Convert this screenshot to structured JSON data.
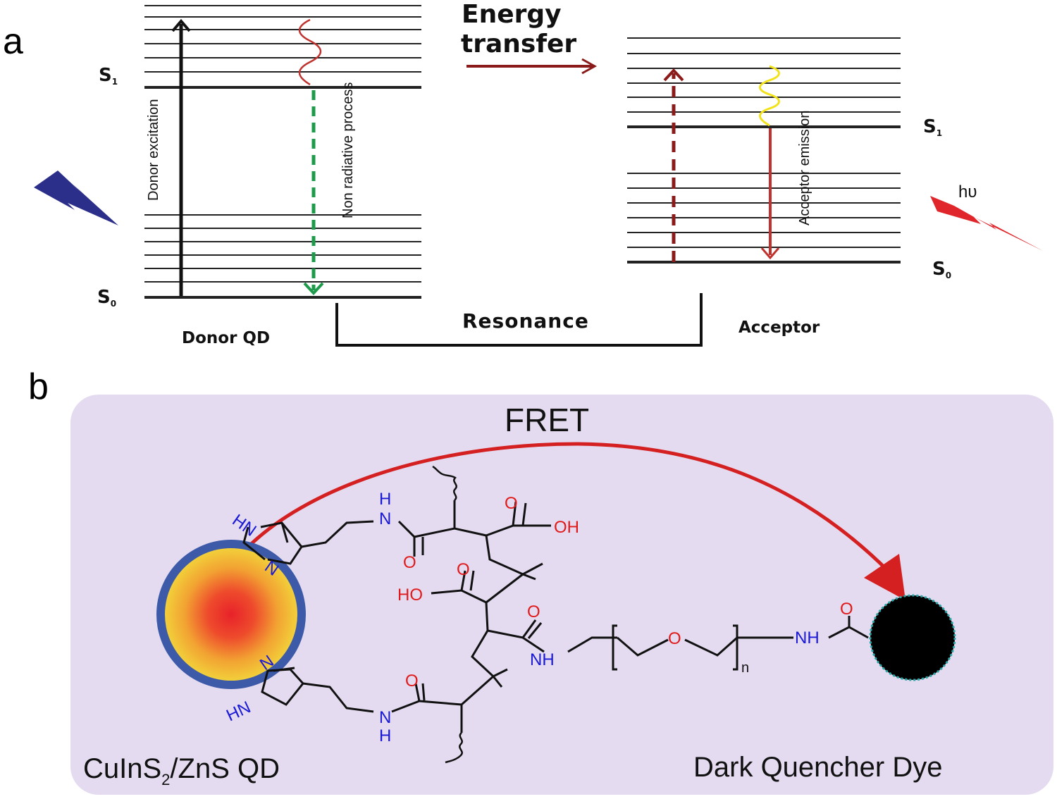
{
  "panel_a": {
    "letter": "a",
    "energy_transfer_line1": "Energy",
    "energy_transfer_line2": "transfer",
    "donor": {
      "s1": "S",
      "s1_sub": "1",
      "s0": "S",
      "s0_sub": "0",
      "excitation_label": "Donor excitation",
      "nonradiative_label": "Non radiative process",
      "name": "Donor QD"
    },
    "resonance_label": "Resonance",
    "acceptor": {
      "s1": "S",
      "s1_sub": "1",
      "s0": "S",
      "s0_sub": "0",
      "emission_label": "Acceptor emission",
      "photon_label": "hυ",
      "name": "Acceptor"
    },
    "colors": {
      "excitation_bolt": "#2b2f8a",
      "emission_bolt": "#e0262a",
      "energy_arrow": "#8b1a1a",
      "nonradiative": "#1d9a4a",
      "wavy_donor": "#c0322e",
      "wavy_acceptor": "#f2e21a"
    }
  },
  "panel_b": {
    "letter": "b",
    "fret_label": "FRET",
    "qd_label_main": "CuInS",
    "qd_label_sub": "2",
    "qd_label_rest": "/ZnS QD",
    "dye_label": "Dark Quencher Dye",
    "chem": {
      "hn_top": "HN",
      "n_top": "N",
      "h_top": "H",
      "n_amide_top": "N",
      "o_1": "O",
      "o_2": "O",
      "oh_1": "OH",
      "o_3": "O",
      "ho_1": "HO",
      "o_4": "O",
      "nh_1": "NH",
      "o_peg": "O",
      "n_sub": "n",
      "nh_2": "NH",
      "o_dye": "O",
      "n_bot": "N",
      "hn_bot": "HN",
      "o_5": "O",
      "n_amide_bot": "N",
      "h_bot": "H"
    },
    "colors": {
      "background": "#e4dbf0",
      "qd_shell": "#3d5aa8",
      "qd_core": "#e8262a",
      "fret_arrow": "#d42020",
      "nitrogen": "#1a1ad6",
      "oxygen": "#e01a1a",
      "dye": "#000000",
      "dye_rim": "#2aa8a8"
    }
  }
}
